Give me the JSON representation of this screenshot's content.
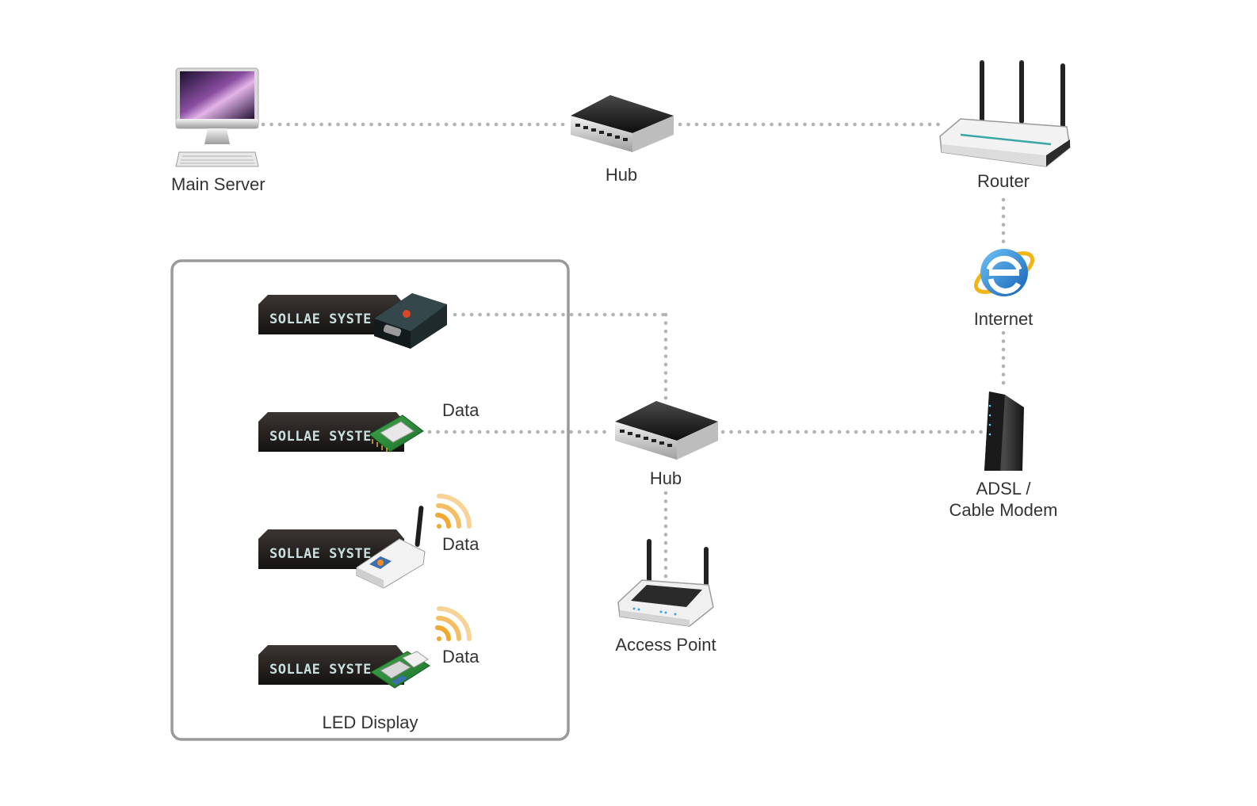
{
  "nodes": {
    "main_server": "Main Server",
    "hub_top": "Hub",
    "router": "Router",
    "internet": "Internet",
    "modem_line1": "ADSL /",
    "modem_line2": "Cable Modem",
    "hub_mid": "Hub",
    "access_point": "Access Point"
  },
  "group": {
    "title": "LED Display",
    "led_text": "SOLLAE SYSTE",
    "data_labels": [
      "Data",
      "Data",
      "Data"
    ]
  },
  "colors": {
    "connector": "#b3b3b3",
    "group_border": "#9a9a9a",
    "wifi": "#f0a830",
    "label": "#333333"
  },
  "icons": [
    "imac-icon",
    "hub-icon",
    "router-icon",
    "internet-explorer-icon",
    "modem-icon",
    "access-point-icon",
    "serial-converter-icon",
    "embedded-module-icon",
    "wireless-converter-icon",
    "wifi-module-icon",
    "wifi-signal-icon"
  ]
}
